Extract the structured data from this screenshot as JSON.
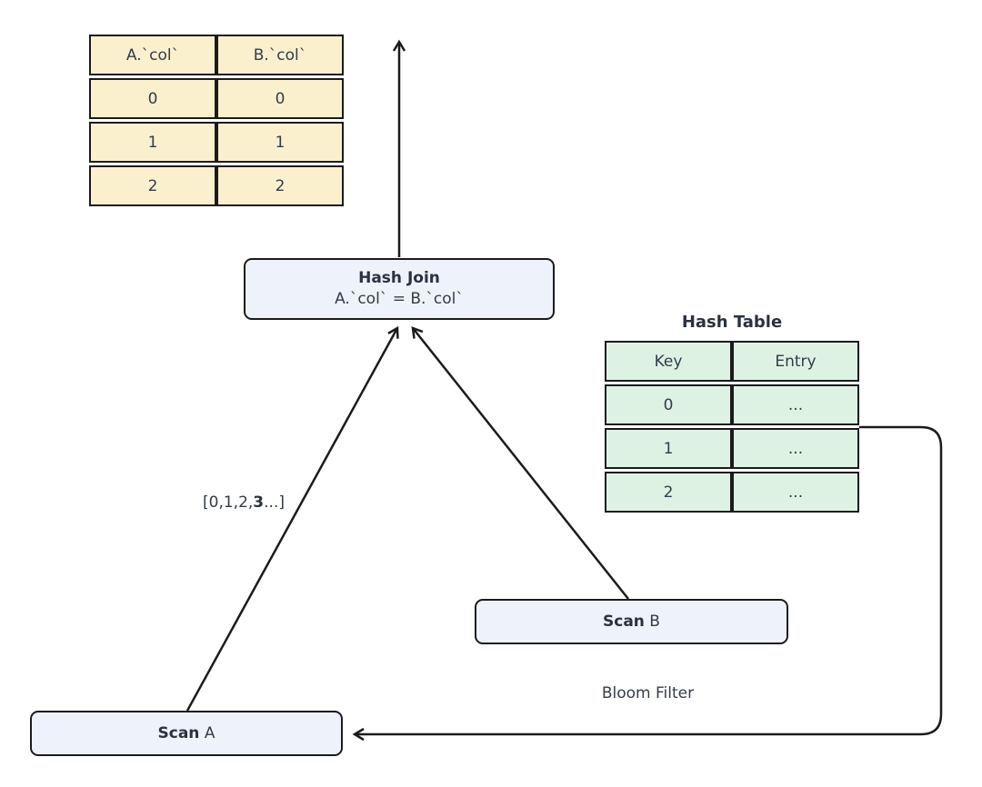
{
  "diagram": {
    "result_table": {
      "headers": [
        "A.`col`",
        "B.`col`"
      ],
      "rows": [
        [
          "0",
          "0"
        ],
        [
          "1",
          "1"
        ],
        [
          "2",
          "2"
        ]
      ],
      "fill": "#faf0ce"
    },
    "hash_join_node": {
      "title": "Hash Join",
      "condition": "A.`col` = B.`col`",
      "fill": "#eef2fb"
    },
    "hash_table": {
      "title": "Hash Table",
      "headers": [
        "Key",
        "Entry"
      ],
      "rows": [
        [
          "0",
          "..."
        ],
        [
          "1",
          "..."
        ],
        [
          "2",
          "..."
        ]
      ],
      "fill": "#def2e4"
    },
    "scan_a_node": {
      "label_bold": "Scan",
      "label_rest": " A",
      "fill": "#eef2fb"
    },
    "scan_b_node": {
      "label_bold": "Scan",
      "label_rest": " B",
      "fill": "#eef2fb"
    },
    "edge_labels": {
      "scan_a_values_prefix": "[0,1,2,",
      "scan_a_values_bold": "3",
      "scan_a_values_suffix": "...]",
      "bloom_filter": "Bloom Filter"
    },
    "colors": {
      "line": "#1b1b1b",
      "text": "#343b49",
      "background": "#ffffff"
    }
  }
}
